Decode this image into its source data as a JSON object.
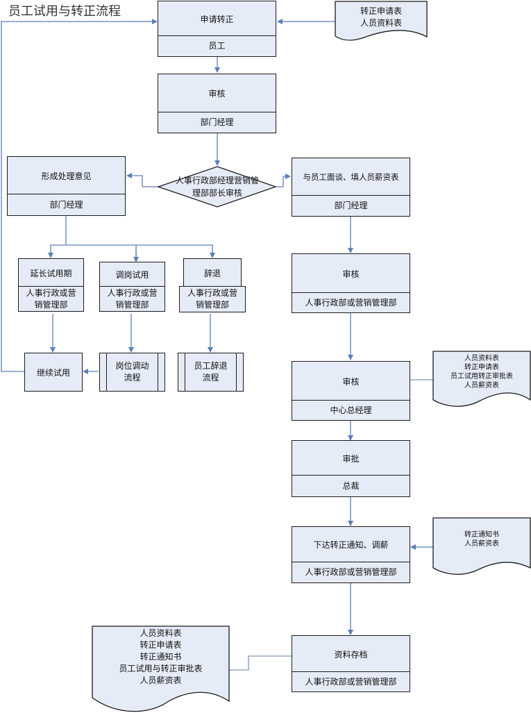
{
  "title": "员工试用与转正流程",
  "colors": {
    "box_fill": "#e6ecf7",
    "border": "#1a1a1a",
    "connector": "#5a7fb8"
  },
  "nodes": {
    "apply": {
      "main": "申请转正",
      "owner": "员工"
    },
    "review_dept": {
      "main": "审核",
      "owner": "部门经理"
    },
    "decision": {
      "line1": "人事行政部经理营销管",
      "line2": "理部部长审核"
    },
    "opinion": {
      "main": "形成处理意见",
      "owner": "部门经理"
    },
    "extend": {
      "main": "延长试用期",
      "owner_line1": "人事行政或营",
      "owner_line2": "销管理部"
    },
    "transfer": {
      "main": "调岗试用",
      "owner_line1": "人事行政或营",
      "owner_line2": "销管理部"
    },
    "dismiss": {
      "main": "辞退",
      "owner_line1": "人事行政或营",
      "owner_line2": "销管理部"
    },
    "continue": {
      "main": "继续试用"
    },
    "transfer_process": {
      "line1": "岗位调动",
      "line2": "流程"
    },
    "dismiss_process": {
      "line1": "员工辞退",
      "line2": "流程"
    },
    "interview": {
      "main": "与员工面谈、填人员薪资表",
      "owner": "部门经理"
    },
    "review_hr": {
      "main": "审核",
      "owner": "人事行政部或营销管理部"
    },
    "review_gm": {
      "main": "审核",
      "owner": "中心总经理"
    },
    "approve": {
      "main": "审批",
      "owner": "总裁"
    },
    "notify": {
      "main": "下达转正通知、调薪",
      "owner": "人事行政部或营销管理部"
    },
    "archive": {
      "main": "资料存档",
      "owner": "人事行政部或营销管理部"
    }
  },
  "documents": {
    "doc_apply": [
      "转正申请表",
      "人员资料表"
    ],
    "doc_gm": [
      "人员资料表",
      "转正申请表",
      "员工试用转正审批表",
      "人员薪资表"
    ],
    "doc_notify": [
      "转正通知书",
      "人员薪资表"
    ],
    "doc_archive": [
      "人员资料表",
      "转正申请表",
      "转正通知书",
      "员工试用与转正审批表",
      "人员薪资表"
    ]
  }
}
